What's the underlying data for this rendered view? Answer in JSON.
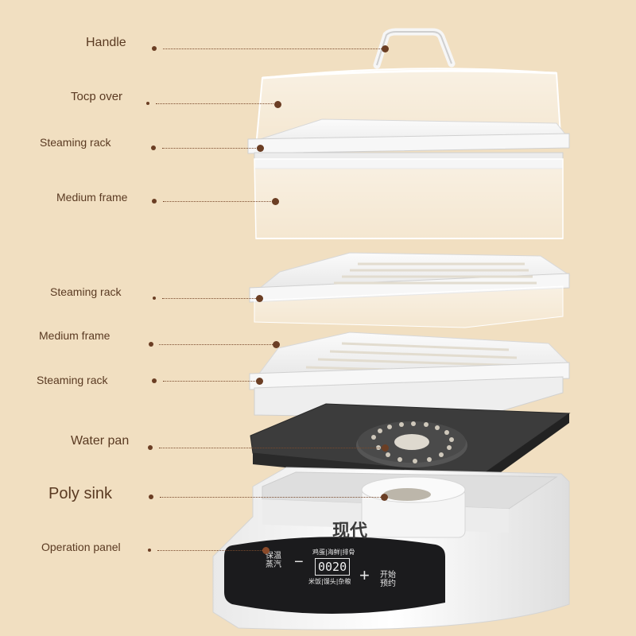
{
  "brand_logo": "现代",
  "labels": {
    "handle": "Handle",
    "top_cover": "Tocp over",
    "steaming_rack_1": "Steaming rack",
    "medium_frame_1": "Medium frame",
    "steaming_rack_2": "Steaming rack",
    "medium_frame_2": "Medium frame",
    "steaming_rack_3": "Steaming rack",
    "water_pan": "Water pan",
    "poly_sink": "Poly sink",
    "operation_panel": "Operation panel"
  },
  "control_panel": {
    "left_button": "保温\n蒸汽",
    "top_row": "鸡蛋|海鲜|排骨",
    "display": "0020",
    "bottom_row": "米饭|馒头|杂粮",
    "right_button": "开始\n预约",
    "minus": "−",
    "plus": "+"
  },
  "colors": {
    "background": "#f1dfc1",
    "label_text": "#5a3a22",
    "dot": "#6b3e24",
    "body_white": "#f4f4f4",
    "water_pan": "#3a3a3a",
    "panel_black": "#1b1b1d"
  }
}
